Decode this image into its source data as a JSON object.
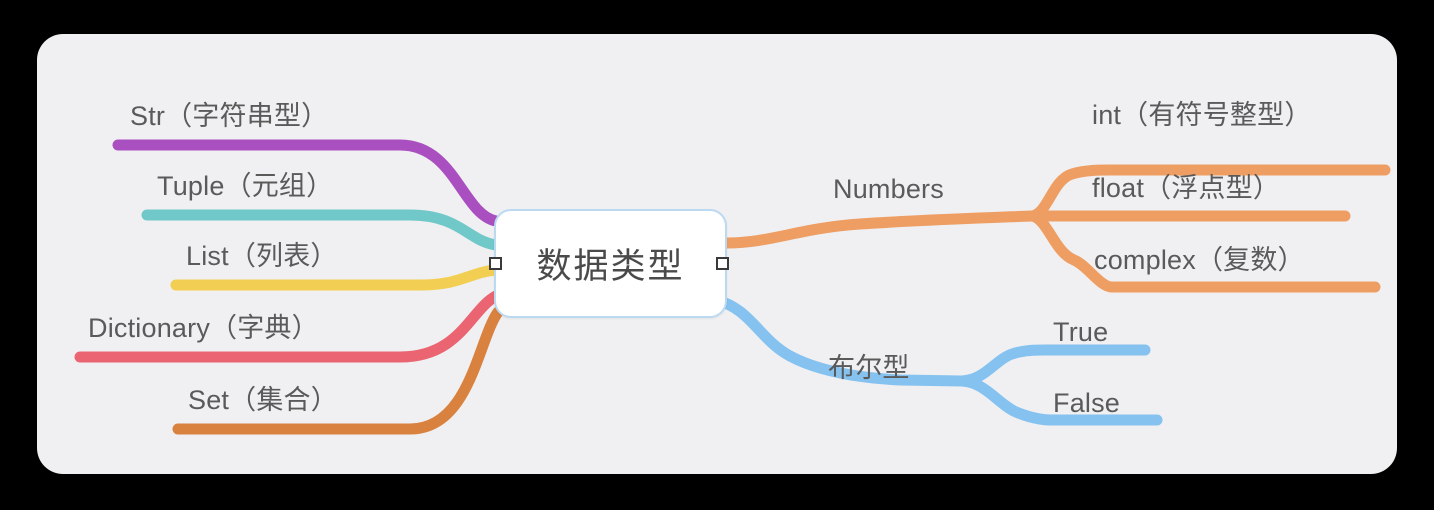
{
  "canvas": {
    "background": "#000000",
    "card_background": "#f0f0f2"
  },
  "root": {
    "label": "数据类型",
    "border_color": "#bcd9f2",
    "fill": "#ffffff",
    "collapse_left": "collapse-handle-left",
    "collapse_right": "collapse-handle-right"
  },
  "left_branches": [
    {
      "label": "Str（字符串型）",
      "color": "#a94fc0"
    },
    {
      "label": "Tuple（元组）",
      "color": "#71c8c8"
    },
    {
      "label": "List（列表）",
      "color": "#f2cf53"
    },
    {
      "label": "Dictionary（字典）",
      "color": "#ea6471"
    },
    {
      "label": "Set（集合）",
      "color": "#d9813f"
    }
  ],
  "right_branches": [
    {
      "label": "Numbers",
      "color": "#ee9e63",
      "children": [
        {
          "label": "int（有符号整型）",
          "color": "#ee9e63"
        },
        {
          "label": "float（浮点型）",
          "color": "#ee9e63"
        },
        {
          "label": "complex（复数）",
          "color": "#ee9e63"
        }
      ]
    },
    {
      "label": "布尔型",
      "color": "#85c2f0",
      "children": [
        {
          "label": "True",
          "color": "#85c2f0"
        },
        {
          "label": "False",
          "color": "#85c2f0"
        }
      ]
    }
  ],
  "text_color": "#5a5a5a"
}
